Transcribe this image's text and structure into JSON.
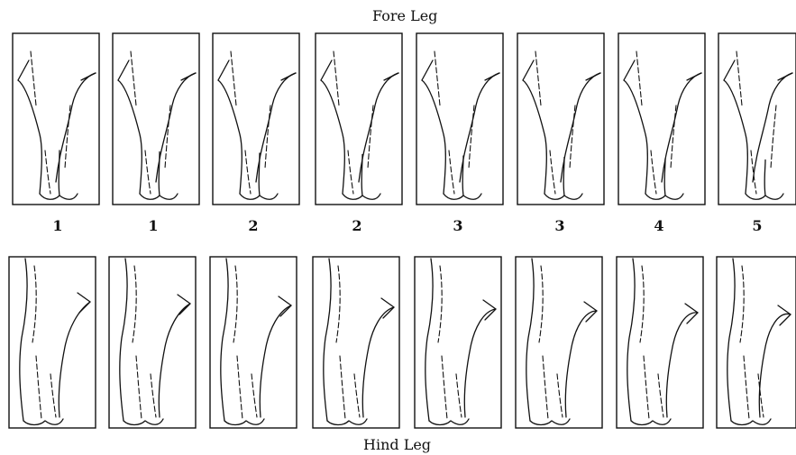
{
  "fore_leg": {
    "title": "Fore Leg",
    "scores": [
      "1",
      "1",
      "2",
      "2",
      "3",
      "3",
      "4",
      "5"
    ]
  },
  "hind_leg": {
    "title": "Hind Leg"
  }
}
